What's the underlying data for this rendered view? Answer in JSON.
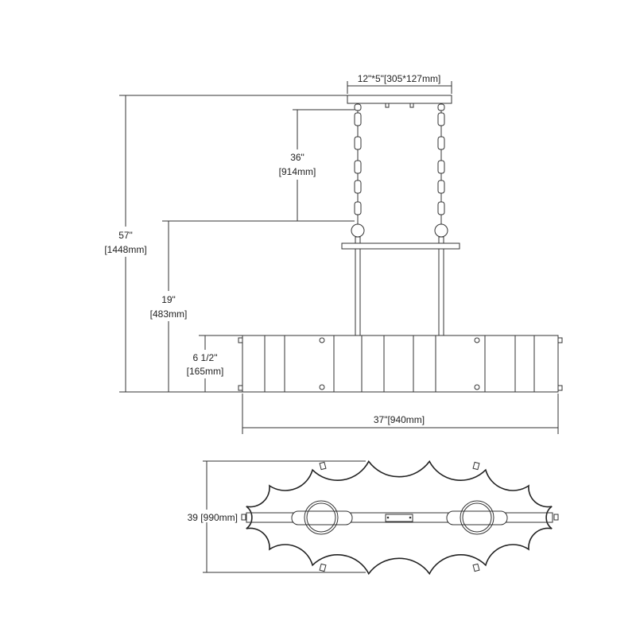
{
  "dimensions": {
    "canopy": "12\"*5\"[305*127mm]",
    "overall_height": {
      "imperial": "57\"",
      "metric": "[1448mm]"
    },
    "chain_length": {
      "imperial": "36\"",
      "metric": "[914mm]"
    },
    "body_height": {
      "imperial": "19\"",
      "metric": "[483mm]"
    },
    "shade_height": {
      "imperial": "6 1/2\"",
      "metric": "[165mm]"
    },
    "width": "37\"[940mm]",
    "depth": "39 [990mm]"
  },
  "colors": {
    "line": "#333333",
    "background": "#ffffff"
  }
}
